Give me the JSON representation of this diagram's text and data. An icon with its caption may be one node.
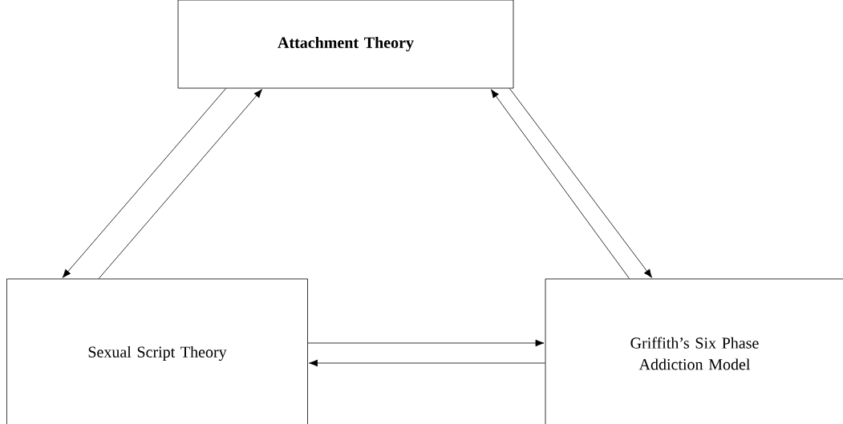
{
  "diagram": {
    "nodes": [
      {
        "text": [
          "Attachment Theory"
        ]
      },
      {
        "text": [
          "Sexual Script Theory"
        ]
      },
      {
        "text": [
          "Griffith’s Six Phase Addiction Model"
        ]
      }
    ],
    "edges": [
      {
        "from": 0,
        "to": 1,
        "arrow": "to"
      },
      {
        "from": 1,
        "to": 0,
        "arrow": "to"
      },
      {
        "from": 2,
        "to": 0,
        "arrow": "to"
      },
      {
        "from": 0,
        "to": 2,
        "arrow": "to"
      },
      {
        "from": 1,
        "to": 2,
        "arrow": "to"
      },
      {
        "from": 2,
        "to": 1,
        "arrow": "to"
      }
    ]
  }
}
